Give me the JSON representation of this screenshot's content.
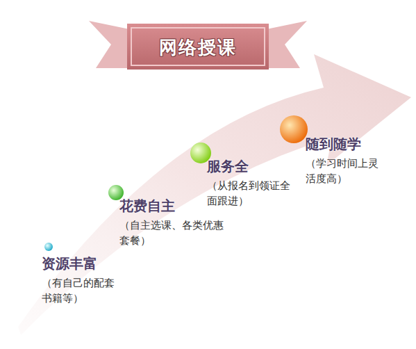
{
  "diagram": {
    "title": "网络授课",
    "nodes": [
      {
        "text": [
          "资源丰富",
          "（有自己的配套书籍等）"
        ]
      },
      {
        "text": [
          "花费自主",
          "（自主选课、各类优惠套餐）"
        ]
      },
      {
        "text": [
          "服务全",
          "（从报名到领证全面跟进）"
        ]
      },
      {
        "text": [
          "随到随学",
          "（学习时间上灵活度高）"
        ]
      }
    ]
  }
}
